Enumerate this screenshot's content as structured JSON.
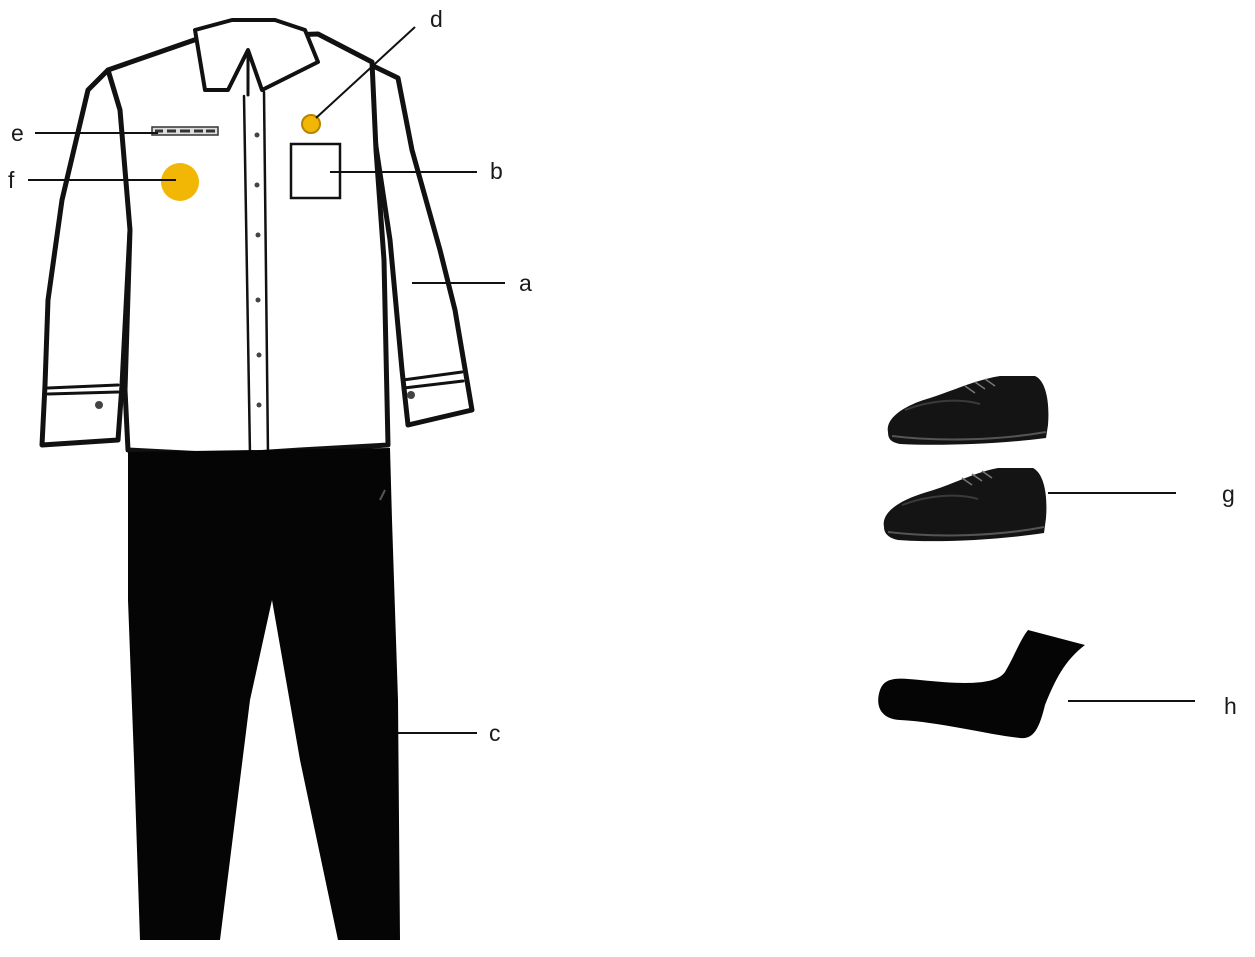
{
  "labels": {
    "a": "a",
    "b": "b",
    "c": "c",
    "d": "d",
    "e": "e",
    "f": "f",
    "g": "g",
    "h": "h"
  },
  "colors": {
    "outline": "#111111",
    "trousers": "#050505",
    "badge": "#f2b705",
    "shoe": "#141414"
  }
}
